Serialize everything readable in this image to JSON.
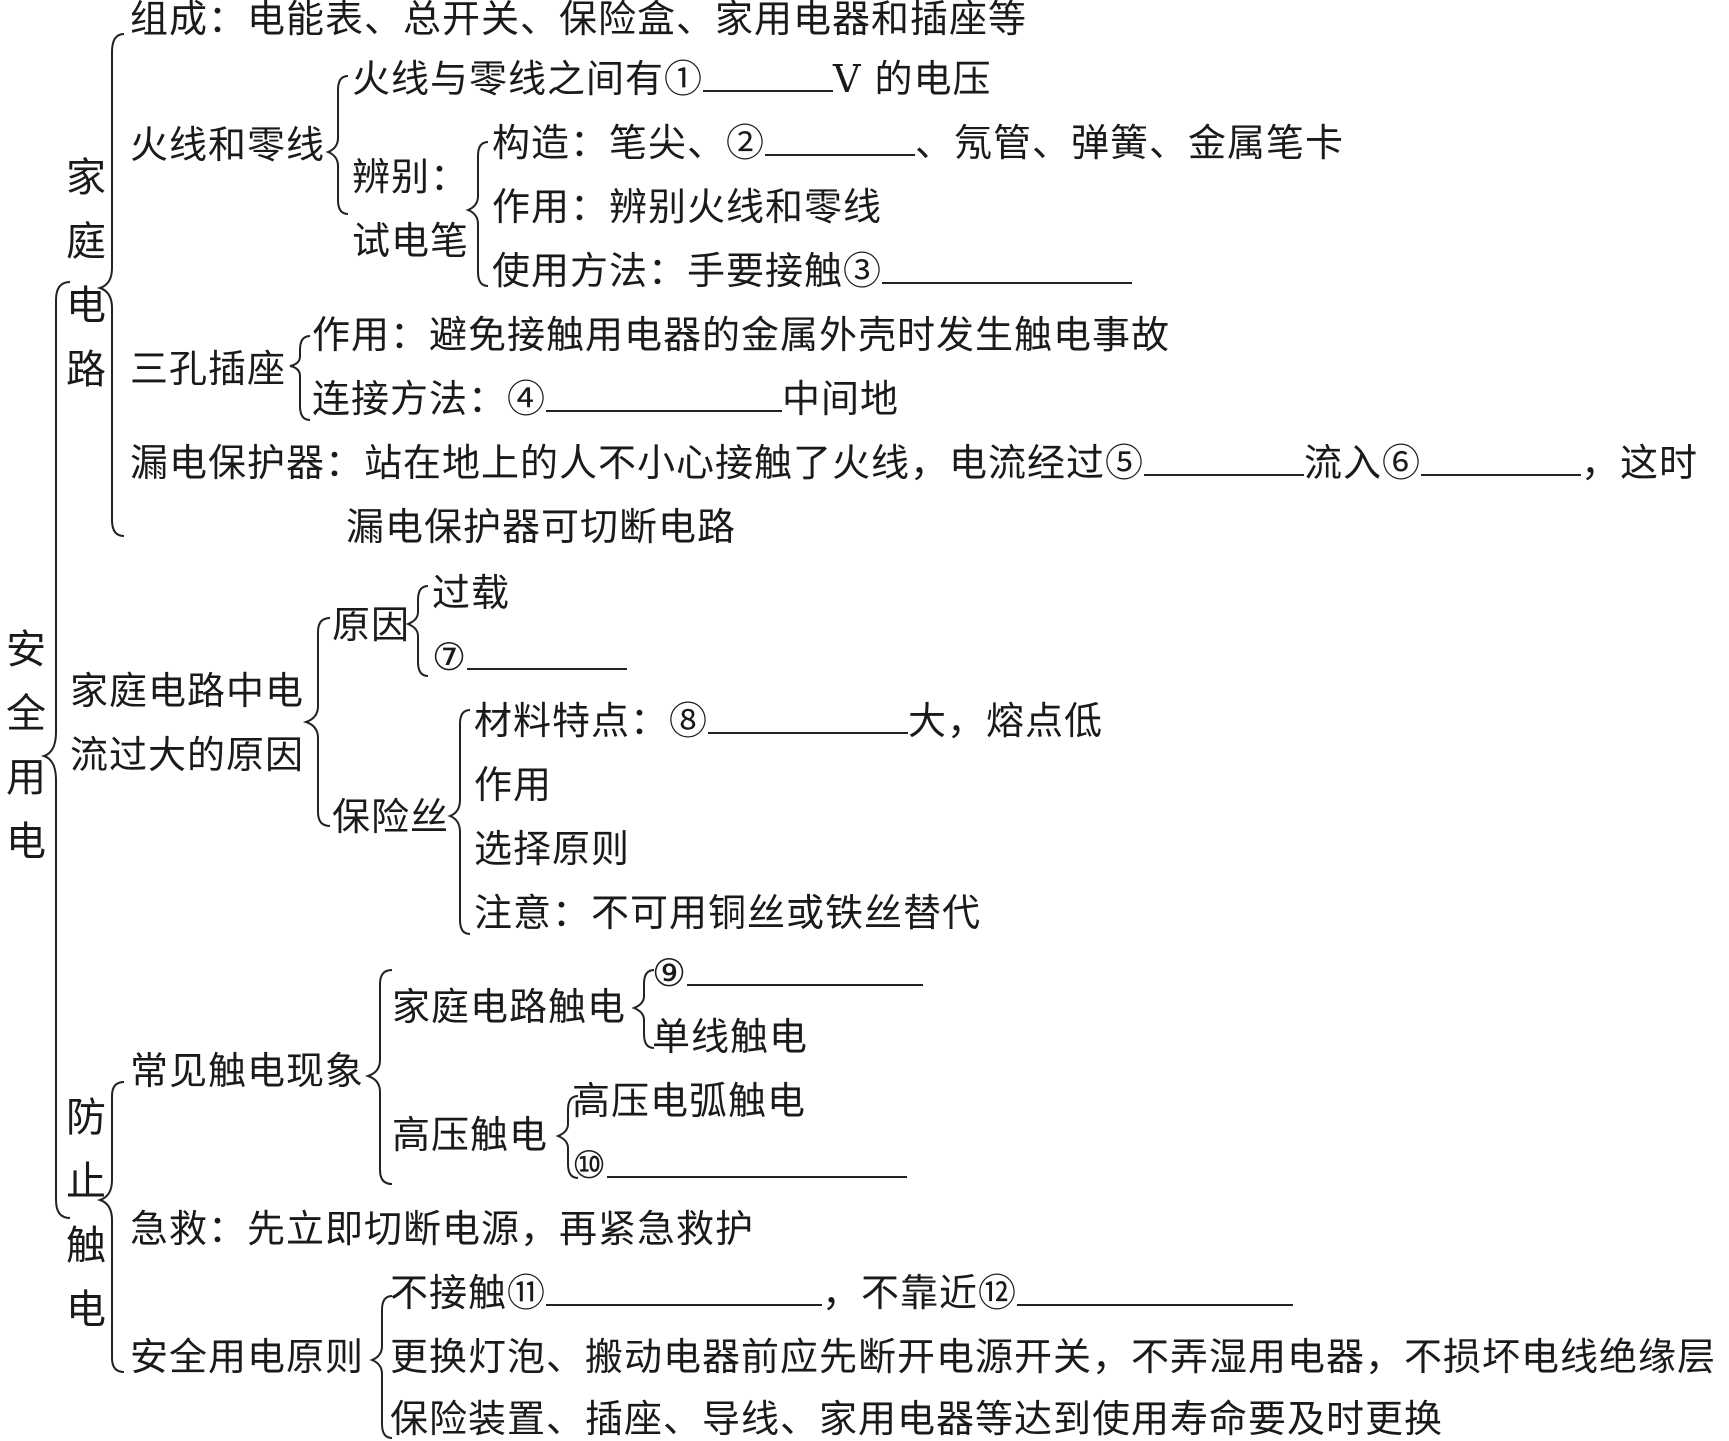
{
  "root": "安全用电",
  "home_circuit": {
    "label": "家庭电路",
    "composition": "组成：电能表、总开关、保险盒、家用电器和插座等",
    "live_neutral": {
      "label": "火线和零线",
      "voltage_pre": "火线与零线之间有①",
      "voltage_post": "V 的电压",
      "identify_label": "辨别：",
      "tester_label": "试电笔",
      "structure_pre": "构造：笔尖、②",
      "structure_post": "、氖管、弹簧、金属笔卡",
      "function": "作用：辨别火线和零线",
      "usage_pre": "使用方法：手要接触③"
    },
    "socket": {
      "label": "三孔插座",
      "function": "作用：避免接触用电器的金属外壳时发生触电事故",
      "connection_pre": "连接方法：④",
      "connection_post": "中间地"
    },
    "leakage": {
      "line1_pre": "漏电保护器：站在地上的人不小心接触了火线，电流经过⑤",
      "line1_mid": "流入⑥",
      "line1_post": "，这时",
      "line2": "漏电保护器可切断电路"
    }
  },
  "overcurrent": {
    "label_line1": "家庭电路中电",
    "label_line2": "流过大的原因",
    "cause": {
      "label": "原因",
      "item1": "过载",
      "item2": "⑦"
    },
    "fuse": {
      "label": "保险丝",
      "material_pre": "材料特点：⑧",
      "material_post": "大，熔点低",
      "function": "作用",
      "selection": "选择原则",
      "note": "注意：不可用铜丝或铁丝替代"
    }
  },
  "prevent_shock": {
    "label": "防止触电",
    "common": {
      "label": "常见触电现象",
      "home": {
        "label": "家庭电路触电",
        "item1": "⑨",
        "item2": "单线触电"
      },
      "high_voltage": {
        "label": "高压触电",
        "item1": "高压电弧触电",
        "item2": "⑩"
      }
    },
    "first_aid": "急救：先立即切断电源，再紧急救护",
    "principles": {
      "label": "安全用电原则",
      "item1_pre": "不接触⑪",
      "item1_mid": "，不靠近⑫",
      "item2": "更换灯泡、搬动电器前应先断开电源开关，不弄湿用电器，不损坏电线绝缘层",
      "item3": "保险装置、插座、导线、家用电器等达到使用寿命要及时更换"
    }
  }
}
